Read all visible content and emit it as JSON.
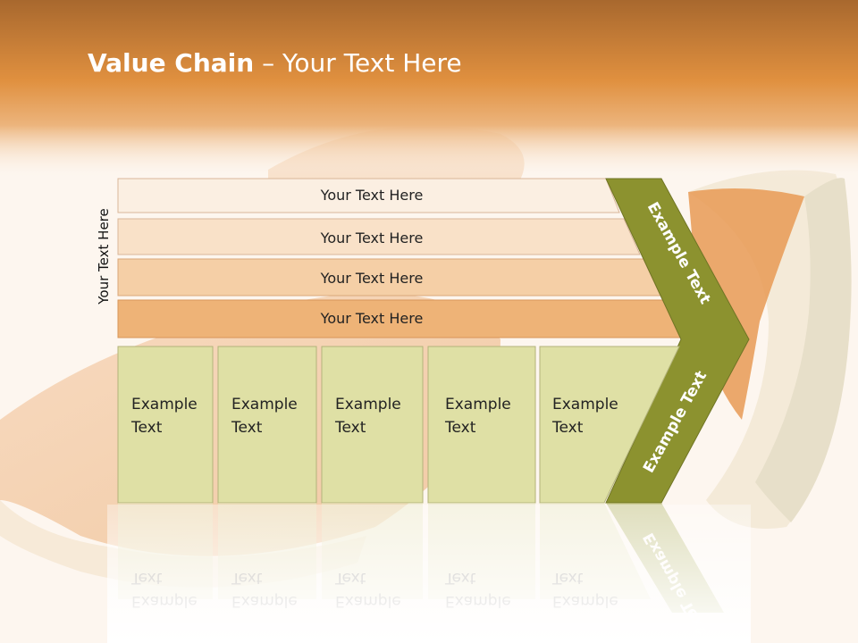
{
  "slide": {
    "title_bold": "Value Chain",
    "title_rest": " – Your Text Here",
    "side_label": "Your Text Here"
  },
  "rows": [
    {
      "label": "Your Text Here",
      "color": "#fbefe2"
    },
    {
      "label": "Your Text Here",
      "color": "#f9e1c8"
    },
    {
      "label": "Your Text Here",
      "color": "#f5cfa6"
    },
    {
      "label": "Your Text Here",
      "color": "#eeb377"
    }
  ],
  "boxes": [
    {
      "line1": "Example",
      "line2": "Text"
    },
    {
      "line1": "Example",
      "line2": "Text"
    },
    {
      "line1": "Example",
      "line2": "Text"
    },
    {
      "line1": "Example",
      "line2": "Text"
    },
    {
      "line1": "Example",
      "line2": "Text"
    }
  ],
  "arrow": {
    "upper_label": "Example Text",
    "lower_label": "Example Text",
    "color": "#8c922f"
  },
  "colors": {
    "box_fill": "#dfe0a5",
    "header_orange": "#e28f3c",
    "melon": "#efb47a"
  }
}
